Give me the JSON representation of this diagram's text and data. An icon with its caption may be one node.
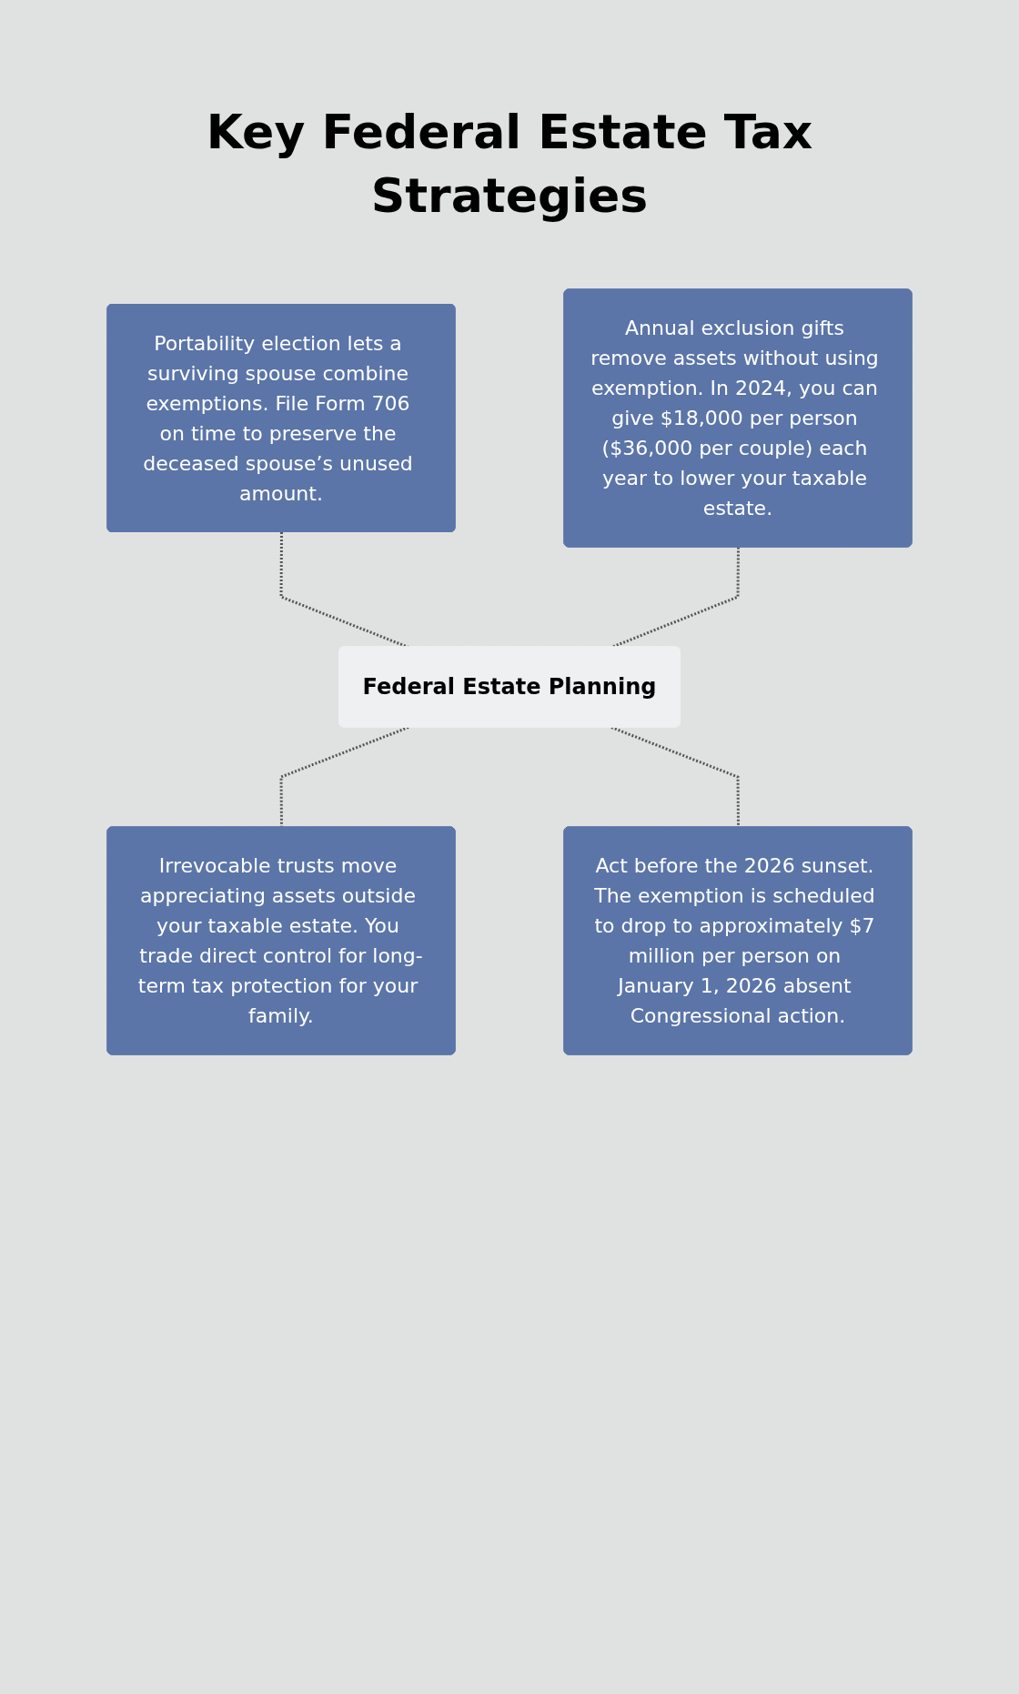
{
  "diagram": {
    "title": "Key Federal Estate Tax Strategies",
    "nodes": [
      {
        "text": [
          "Portability election lets a surviving spouse combine exemptions. File Form 706 on time to preserve the deceased spouse’s unused amount."
        ]
      },
      {
        "text": [
          "Annual exclusion gifts remove assets without using exemption. In 2024, you can give $18,000 per person ($36,000 per couple) each year to lower your taxable estate."
        ]
      },
      {
        "text": [
          "Federal Estate Planning"
        ]
      },
      {
        "text": [
          "Irrevocable trusts move appreciating assets outside your taxable estate. You trade direct control for long-term tax protection for your family."
        ]
      },
      {
        "text": [
          "Act before the 2026 sunset. The exemption is scheduled to drop to approximately $7 million per person on January 1, 2026 absent Congressional action."
        ]
      }
    ],
    "edges": [
      {
        "from": 0,
        "to": 2,
        "arrow": "none",
        "style": "dashed"
      },
      {
        "from": 1,
        "to": 2,
        "arrow": "none",
        "style": "dashed"
      },
      {
        "from": 2,
        "to": 3,
        "arrow": "none",
        "style": "dashed"
      },
      {
        "from": 2,
        "to": 4,
        "arrow": "none",
        "style": "dashed"
      }
    ]
  }
}
